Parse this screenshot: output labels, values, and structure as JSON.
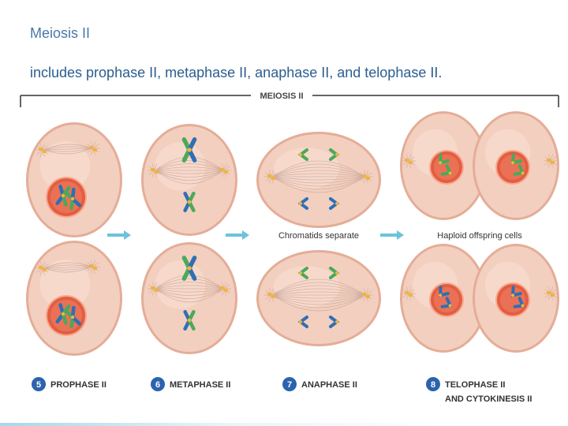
{
  "slide": {
    "title": "Meiosis II",
    "subtitle": "includes prophase II, metaphase II, anaphase II, and telophase II."
  },
  "diagram": {
    "header_label": "MEIOSIS II",
    "labels": {
      "chromatids_separate": "Chromatids separate",
      "haploid_offspring": "Haploid offspring cells"
    },
    "stages": [
      {
        "number": "5",
        "name": "PROPHASE II"
      },
      {
        "number": "6",
        "name": "METAPHASE II"
      },
      {
        "number": "7",
        "name": "ANAPHASE II"
      },
      {
        "number": "8",
        "name": "TELOPHASE II",
        "name2": "AND CYTOKINESIS II"
      }
    ],
    "colors": {
      "cell_fill": "#f3cfbf",
      "cell_edge": "#e4ad98",
      "nucleus": "#e35d41",
      "chromosome_green": "#4aa95a",
      "chromosome_blue": "#2f6fb4",
      "centriole": "#f0b43a",
      "arrow": "#6cc3d9",
      "badge": "#2b63ae"
    }
  }
}
